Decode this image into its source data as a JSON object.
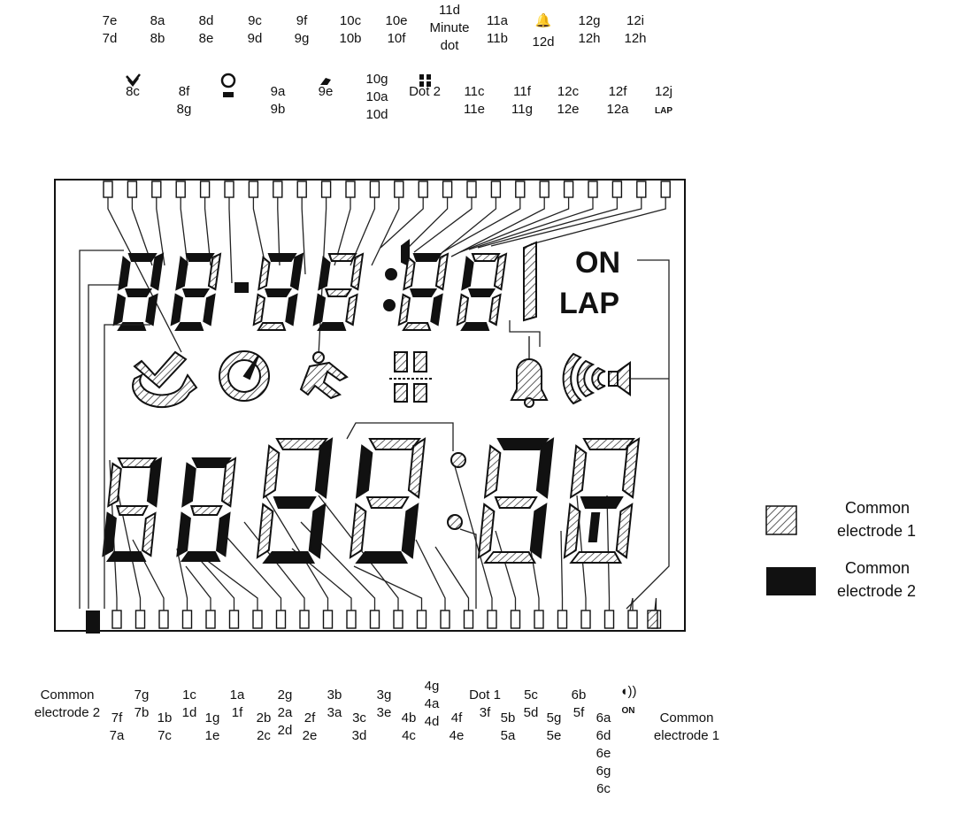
{
  "top_labels": [
    {
      "id": "t1",
      "lines": [
        "7e",
        "7d"
      ]
    },
    {
      "id": "t2",
      "lines": [
        "8a",
        "8b"
      ]
    },
    {
      "id": "t3",
      "lines": [
        "8d",
        "8e"
      ]
    },
    {
      "id": "t4",
      "lines": [
        "9c",
        "9d"
      ]
    },
    {
      "id": "t5",
      "lines": [
        "9f",
        "9g"
      ]
    },
    {
      "id": "t6",
      "lines": [
        "10c",
        "10b"
      ]
    },
    {
      "id": "t7",
      "lines": [
        "10e",
        "10f"
      ]
    },
    {
      "id": "t8",
      "lines": [
        "11d",
        "Minute",
        "dot"
      ]
    },
    {
      "id": "t9",
      "lines": [
        "11a",
        "11b"
      ]
    },
    {
      "id": "t10",
      "lines": [
        "12d"
      ]
    },
    {
      "id": "t11",
      "lines": [
        "12g",
        "12h"
      ]
    },
    {
      "id": "t12",
      "lines": [
        "12i",
        "12h"
      ]
    },
    {
      "id": "t13",
      "lines": [
        "8c"
      ]
    },
    {
      "id": "t14",
      "lines": [
        "8f",
        "8g"
      ]
    },
    {
      "id": "t15",
      "lines": [
        "9a",
        "9b"
      ]
    },
    {
      "id": "t16",
      "lines": [
        "9e"
      ]
    },
    {
      "id": "t17",
      "lines": [
        "10g",
        "10a",
        "10d"
      ]
    },
    {
      "id": "t18",
      "lines": [
        "Dot 2"
      ]
    },
    {
      "id": "t19",
      "lines": [
        "11c",
        "11e"
      ]
    },
    {
      "id": "t20",
      "lines": [
        "11f",
        "11g"
      ]
    },
    {
      "id": "t21",
      "lines": [
        "12c",
        "12e"
      ]
    },
    {
      "id": "t22",
      "lines": [
        "12f",
        "12a"
      ]
    },
    {
      "id": "t23",
      "lines": [
        "12j",
        "LAP"
      ]
    }
  ],
  "bottom_labels": [
    {
      "id": "b1",
      "lines": [
        "Common",
        "electrode 2"
      ]
    },
    {
      "id": "b2",
      "lines": [
        "7f",
        "7a"
      ]
    },
    {
      "id": "b3",
      "lines": [
        "7g",
        "7b"
      ]
    },
    {
      "id": "b4",
      "lines": [
        "1b",
        "7c"
      ]
    },
    {
      "id": "b5",
      "lines": [
        "1c",
        "1d"
      ]
    },
    {
      "id": "b6",
      "lines": [
        "1g",
        "1e"
      ]
    },
    {
      "id": "b7",
      "lines": [
        "1a",
        "1f"
      ]
    },
    {
      "id": "b8",
      "lines": [
        "2b",
        "2c"
      ]
    },
    {
      "id": "b9",
      "lines": [
        "2g",
        "2a",
        "2d"
      ]
    },
    {
      "id": "b10",
      "lines": [
        "2f",
        "2e"
      ]
    },
    {
      "id": "b11",
      "lines": [
        "3b",
        "3a"
      ]
    },
    {
      "id": "b12",
      "lines": [
        "3c",
        "3d"
      ]
    },
    {
      "id": "b13",
      "lines": [
        "3g",
        "3e"
      ]
    },
    {
      "id": "b14",
      "lines": [
        "4b",
        "4c"
      ]
    },
    {
      "id": "b15",
      "lines": [
        "4g",
        "4a",
        "4d"
      ]
    },
    {
      "id": "b16",
      "lines": [
        "4f",
        "4e"
      ]
    },
    {
      "id": "b17",
      "lines": [
        "Dot 1",
        "3f"
      ]
    },
    {
      "id": "b18",
      "lines": [
        "5b",
        "5a"
      ]
    },
    {
      "id": "b19",
      "lines": [
        "5c",
        "5d"
      ]
    },
    {
      "id": "b20",
      "lines": [
        "5g",
        "5e"
      ]
    },
    {
      "id": "b21",
      "lines": [
        "6b",
        "5f"
      ]
    },
    {
      "id": "b22",
      "lines": [
        "6a",
        "6d",
        "6e",
        "6g",
        "6c"
      ]
    },
    {
      "id": "b23",
      "lines": [
        "ON"
      ]
    },
    {
      "id": "b24",
      "lines": [
        "Common",
        "electrode 1"
      ]
    }
  ],
  "panel_text": {
    "on": "ON",
    "lap": "LAP"
  },
  "legend": [
    {
      "label_lines": [
        "Common",
        "electrode 1"
      ],
      "style": "hatched"
    },
    {
      "label_lines": [
        "Common",
        "electrode 2"
      ],
      "style": "solid",
      "color": "#111111"
    }
  ]
}
